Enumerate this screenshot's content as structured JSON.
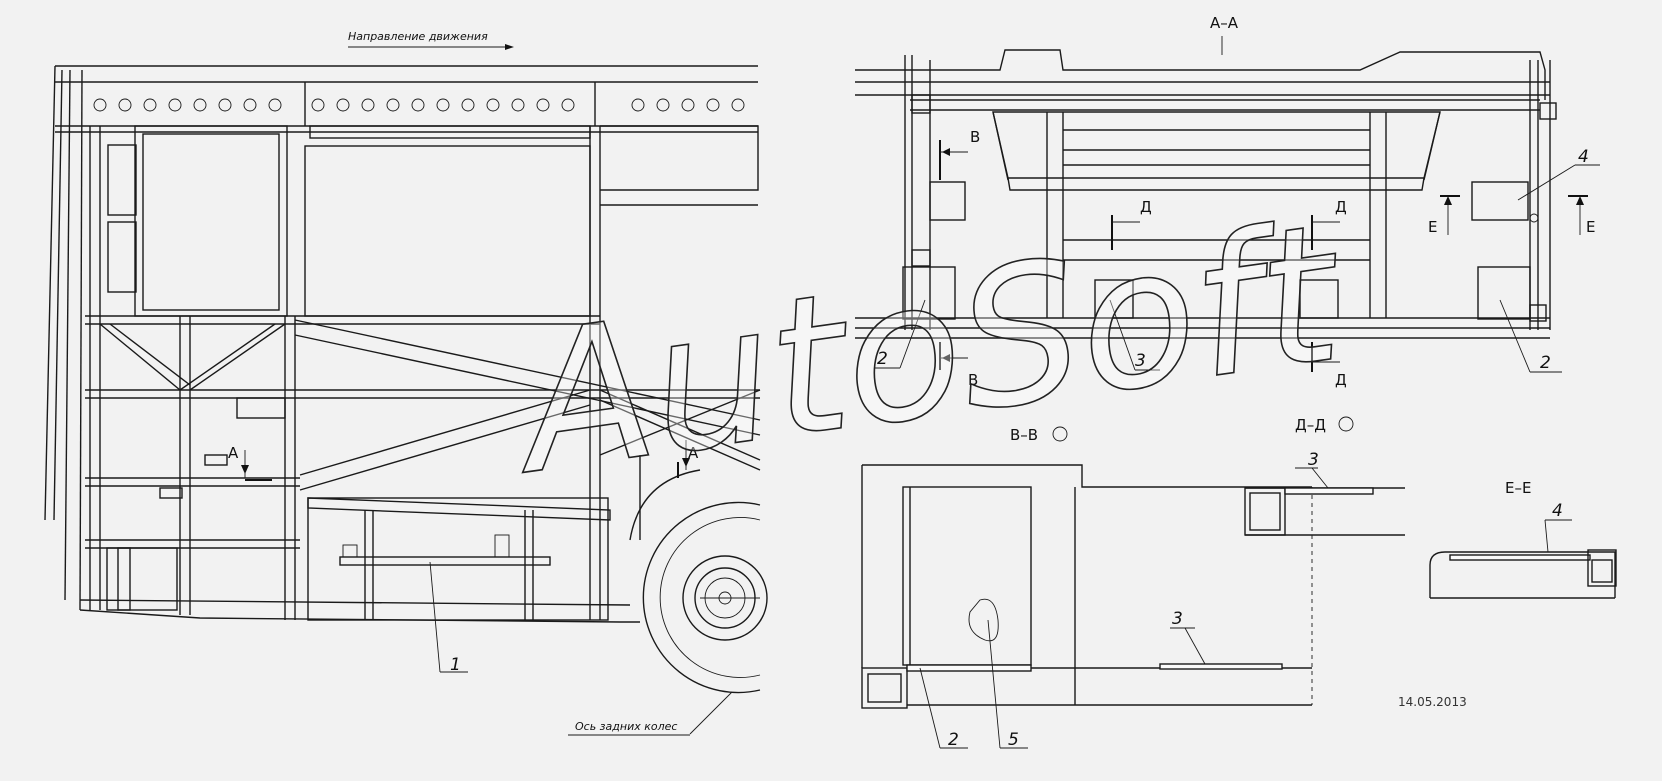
{
  "drawing": {
    "direction_label": "Направление движения",
    "rear_axle_label": "Ось задних колес",
    "watermark": "AutoSoft",
    "date": "14.05.2013"
  },
  "views": {
    "section_aa": "А–А",
    "section_vv": "В–В",
    "section_dd": "Д–Д",
    "section_ee": "Е–Е"
  },
  "cut_marks": {
    "a": "А",
    "v": "В",
    "d": "Д",
    "e": "Е"
  },
  "callouts": {
    "p1": "1",
    "p2": "2",
    "p3": "3",
    "p4": "4",
    "p5": "5"
  }
}
